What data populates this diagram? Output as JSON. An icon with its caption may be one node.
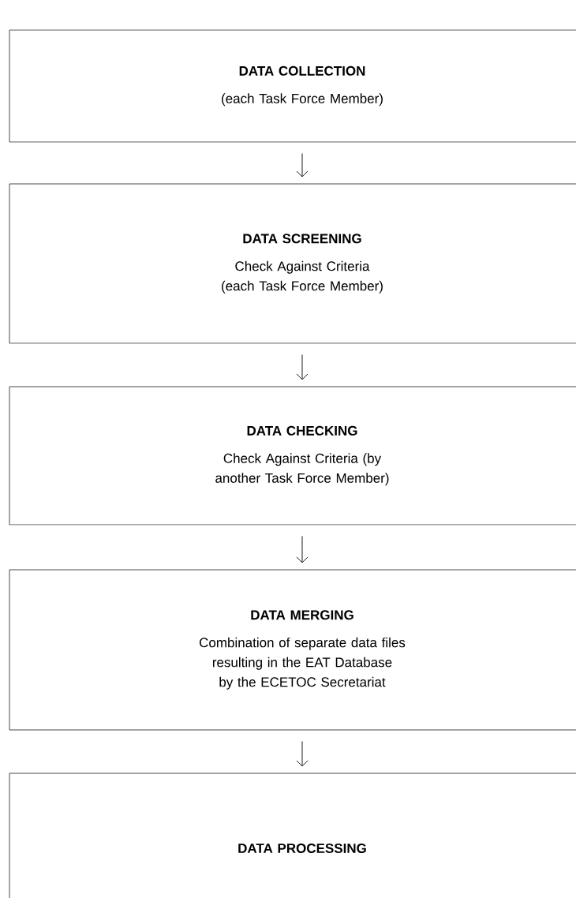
{
  "diagram": {
    "nodes": [
      {
        "text": [
          "DATA COLLECTION",
          "(each Task Force Member)"
        ]
      },
      {
        "text": [
          "DATA SCREENING",
          "Check Against Criteria (each Task Force Member)"
        ]
      },
      {
        "text": [
          "DATA CHECKING",
          "Check Against Criteria (by another Task Force Member)"
        ]
      },
      {
        "text": [
          "DATA MERGING",
          "Combination of separate data files resulting in the EAT Database by the ECETOC Secretariat"
        ]
      },
      {
        "text": [
          "DATA PROCESSING"
        ]
      }
    ],
    "edges": [
      {
        "from": 0,
        "to": 1,
        "arrow": "to"
      },
      {
        "from": 1,
        "to": 2,
        "arrow": "to"
      },
      {
        "from": 2,
        "to": 3,
        "arrow": "to"
      },
      {
        "from": 3,
        "to": 4,
        "arrow": "to"
      }
    ]
  }
}
